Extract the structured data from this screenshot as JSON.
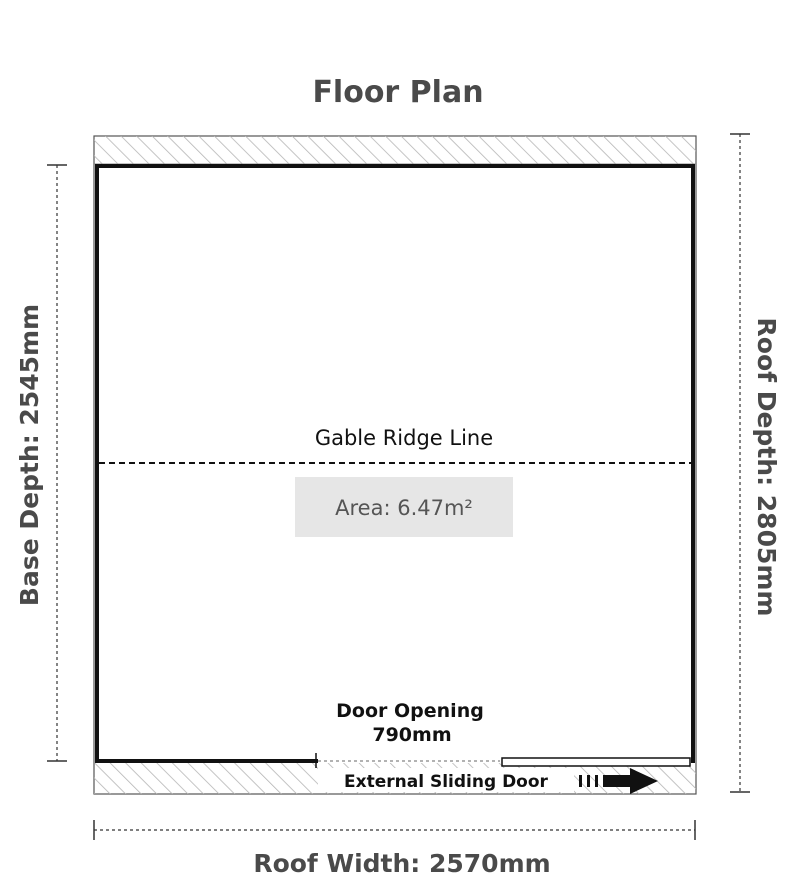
{
  "title": "Floor Plan",
  "labels": {
    "base_depth": "Base Depth: 2545mm",
    "roof_depth": "Roof Depth: 2805mm",
    "roof_width": "Roof Width: 2570mm",
    "gable_ridge": "Gable Ridge Line",
    "area": "Area: 6.47m²",
    "door_opening": "Door Opening",
    "door_width": "790mm",
    "sliding_door": "External Sliding Door"
  },
  "colors": {
    "wall": "#111111",
    "hatch": "#b5b5b5",
    "text": "#4a4a4a",
    "area_box": "#e6e6e6"
  }
}
